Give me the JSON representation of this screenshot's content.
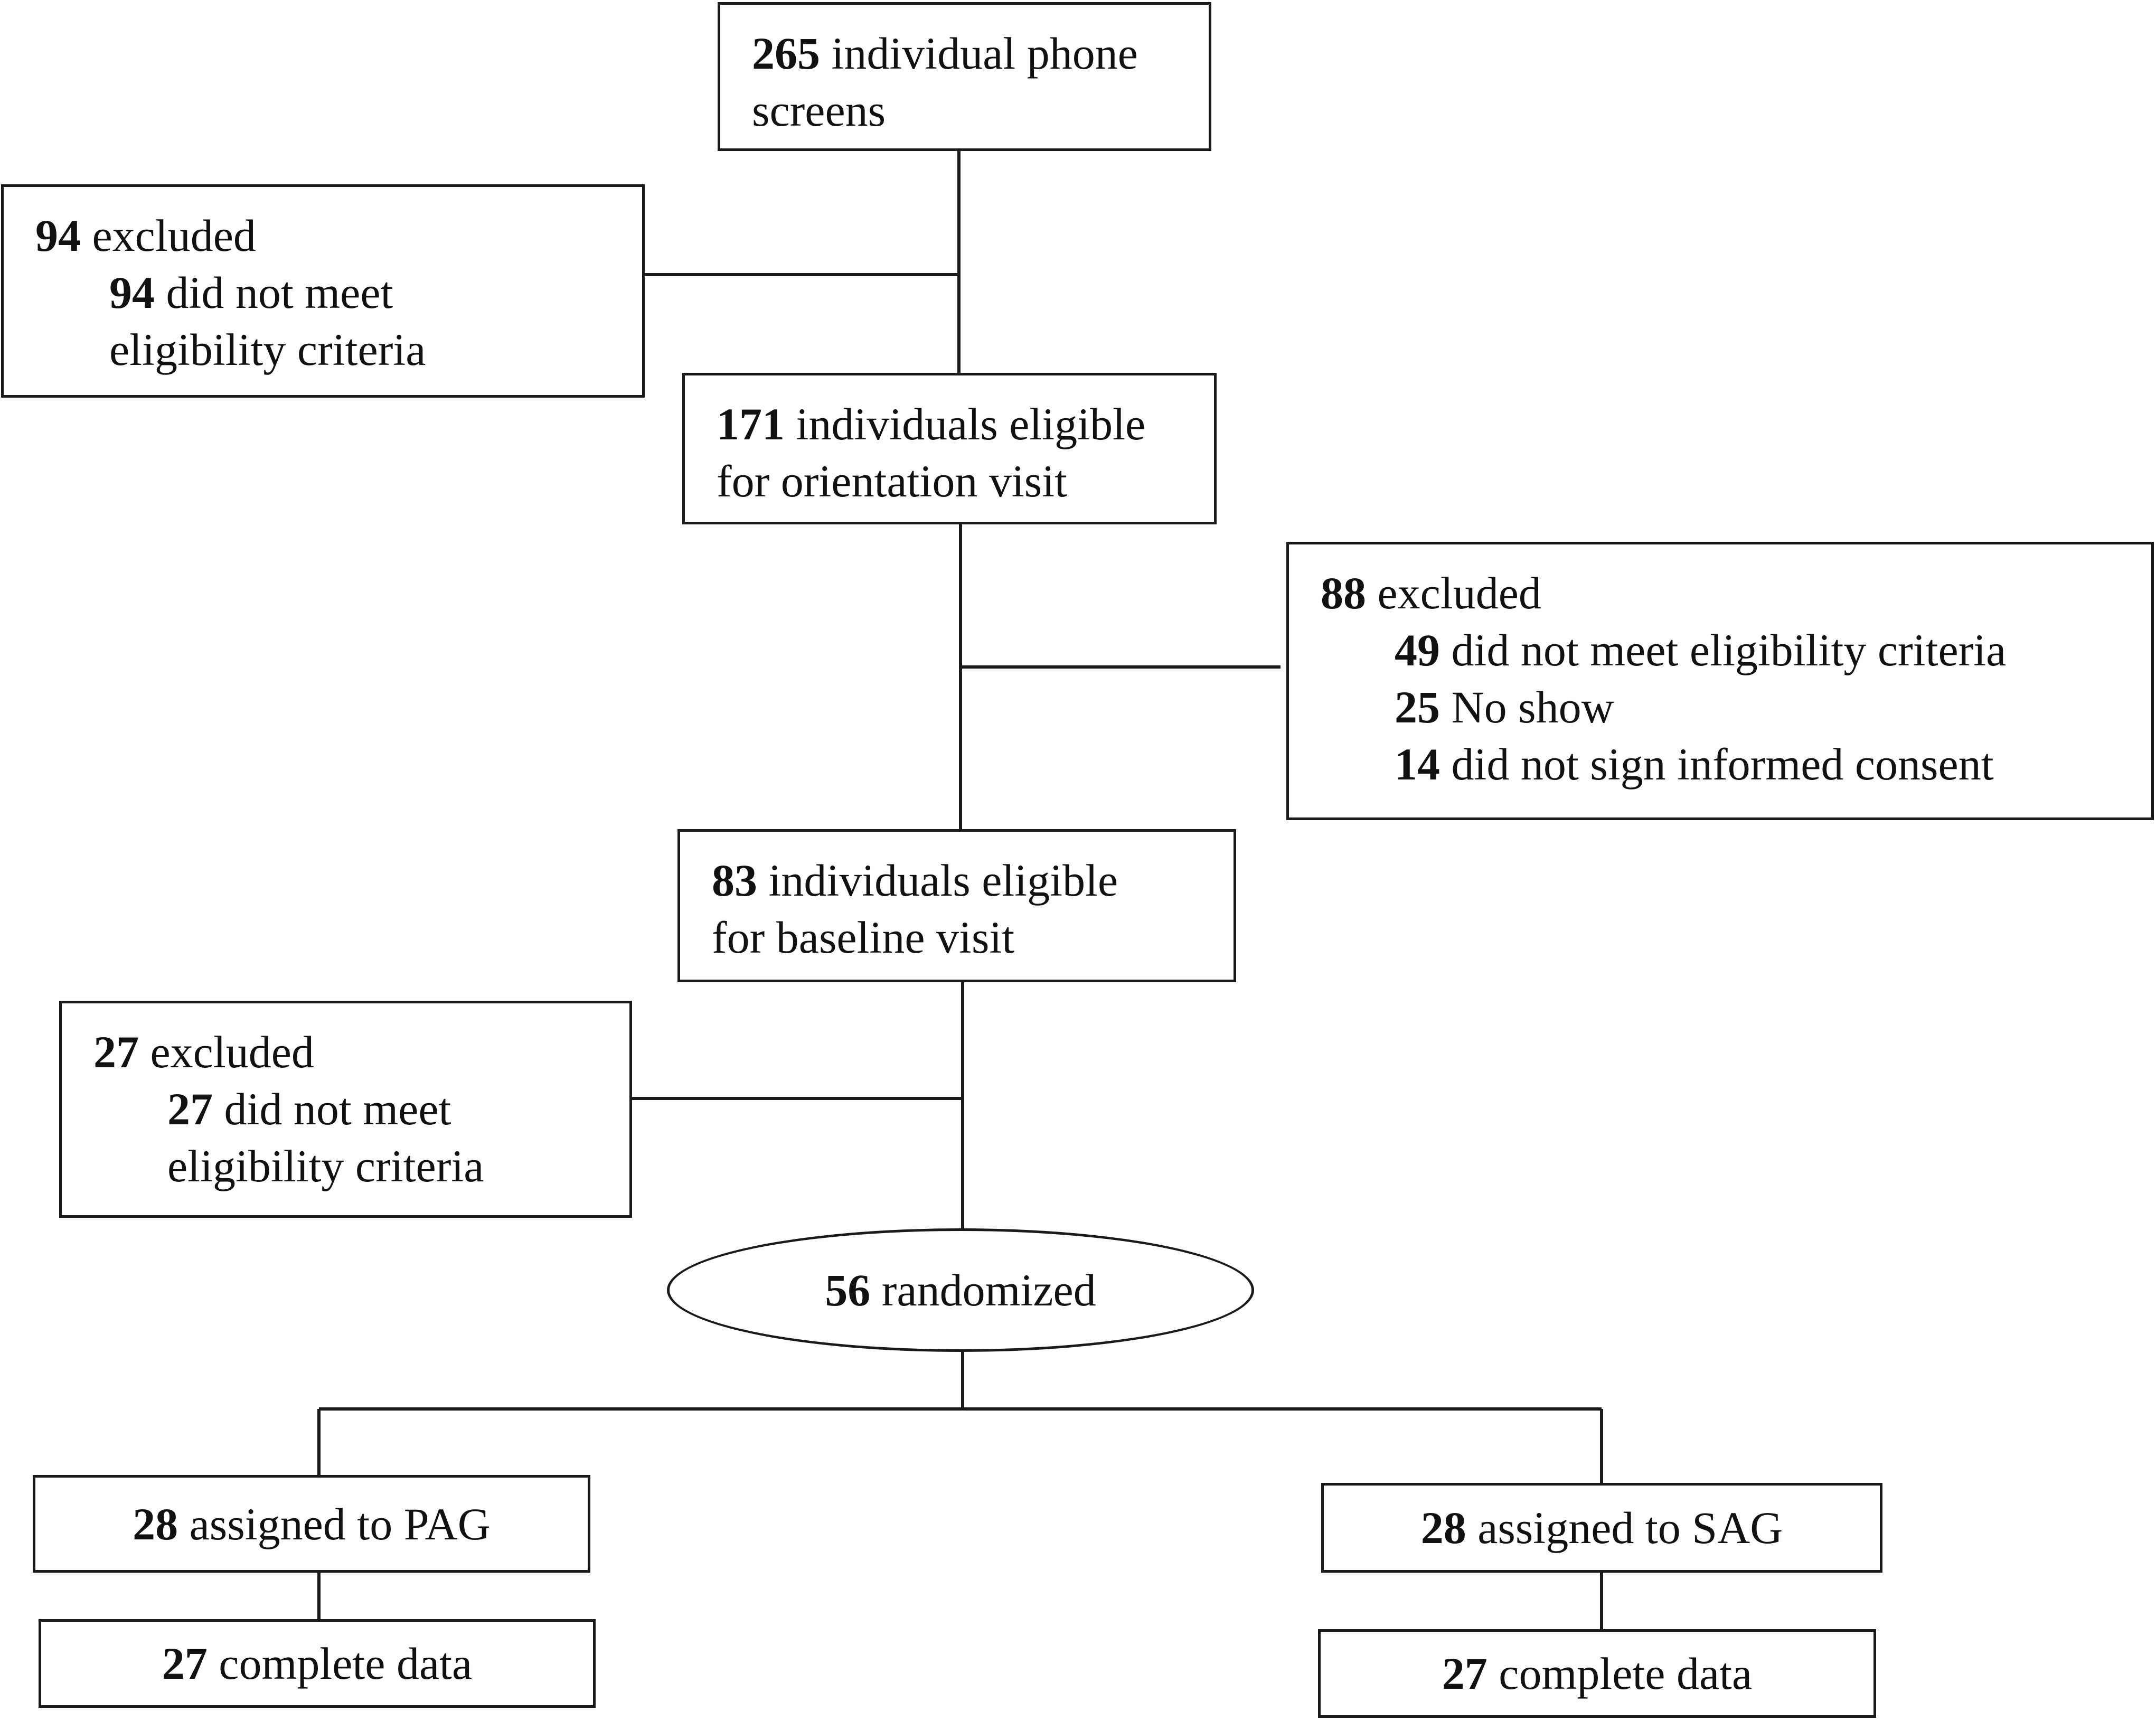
{
  "screen": {
    "count": "265",
    "text_line1": "individual phone",
    "text_line2": "screens"
  },
  "exclusion1": {
    "count": "94",
    "label": "excluded",
    "reasons": [
      {
        "count": "94",
        "text_line1": "did not meet",
        "text_line2": "eligibility criteria"
      }
    ]
  },
  "orientation": {
    "count": "171",
    "text_line1": "individuals eligible",
    "text_line2": "for orientation visit"
  },
  "exclusion2": {
    "count": "88",
    "label": "excluded",
    "reasons": [
      {
        "count": "49",
        "text": "did not meet eligibility criteria"
      },
      {
        "count": "25",
        "text": "No show"
      },
      {
        "count": "14",
        "text": "did not sign informed consent"
      }
    ]
  },
  "baseline": {
    "count": "83",
    "text_line1": "individuals eligible",
    "text_line2": "for baseline visit"
  },
  "exclusion3": {
    "count": "27",
    "label": "excluded",
    "reasons": [
      {
        "count": "27",
        "text_line1": "did not meet",
        "text_line2": "eligibility criteria"
      }
    ]
  },
  "randomized": {
    "count": "56",
    "label": "randomized"
  },
  "arm_pag": {
    "assigned_count": "28",
    "assigned_label": "assigned to PAG",
    "complete_count": "27",
    "complete_label": "complete data"
  },
  "arm_sag": {
    "assigned_count": "28",
    "assigned_label": "assigned to SAG",
    "complete_count": "27",
    "complete_label": "complete data"
  },
  "colors": {
    "stroke": "#1a1a1a",
    "text": "#111111",
    "background": "#ffffff"
  }
}
